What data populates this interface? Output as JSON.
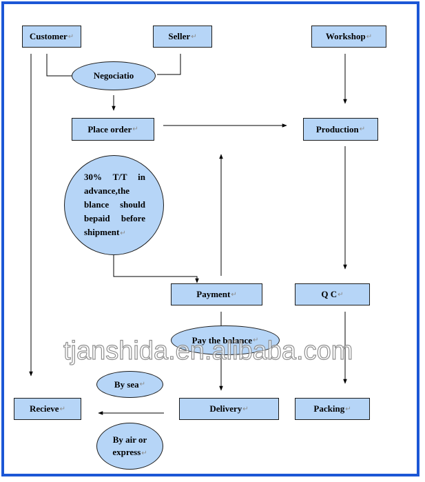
{
  "paragraph_mark": "↵",
  "nodes": {
    "customer": "Customer",
    "seller": "Seller",
    "workshop": "Workshop",
    "negotiation": "Negociatio",
    "place_order": "Place order",
    "production": "Production",
    "terms": "30% T/T in advance,the blance should bepaid before shipment",
    "payment": "Payment",
    "qc": "Q C",
    "pay_balance": "Pay the balance",
    "by_sea": "By sea",
    "delivery": "Delivery",
    "recieve": "Recieve",
    "packing": "Packing",
    "by_air": "By air or express"
  },
  "watermark": "tjanshida.en.alibaba.com",
  "colors": {
    "frame": "#1c57d6",
    "node_fill": "#b6d5f7"
  }
}
